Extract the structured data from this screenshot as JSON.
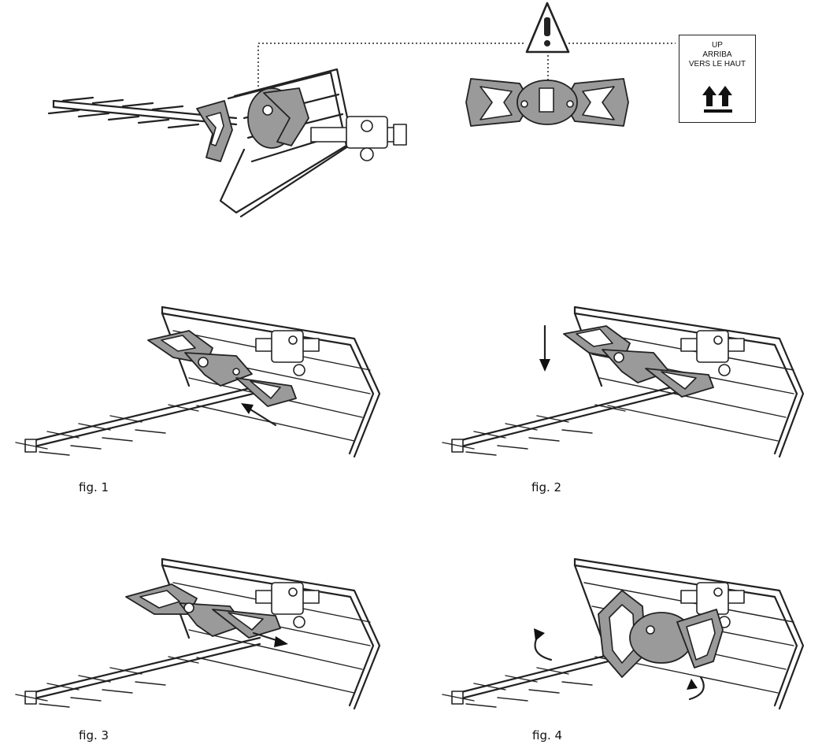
{
  "up_label": {
    "line1": "UP",
    "line2": "ARRIBA",
    "line3": "VERS LE HAUT"
  },
  "figures": [
    {
      "label": "fig. 1"
    },
    {
      "label": "fig. 2"
    },
    {
      "label": "fig. 3"
    },
    {
      "label": "fig. 4"
    }
  ],
  "colors": {
    "part_fill": "#9a9a9a",
    "line": "#222222"
  },
  "icons": [
    "warning-triangle-icon",
    "up-arrows-icon",
    "arrow-icon",
    "rotate-arrow-icon"
  ]
}
